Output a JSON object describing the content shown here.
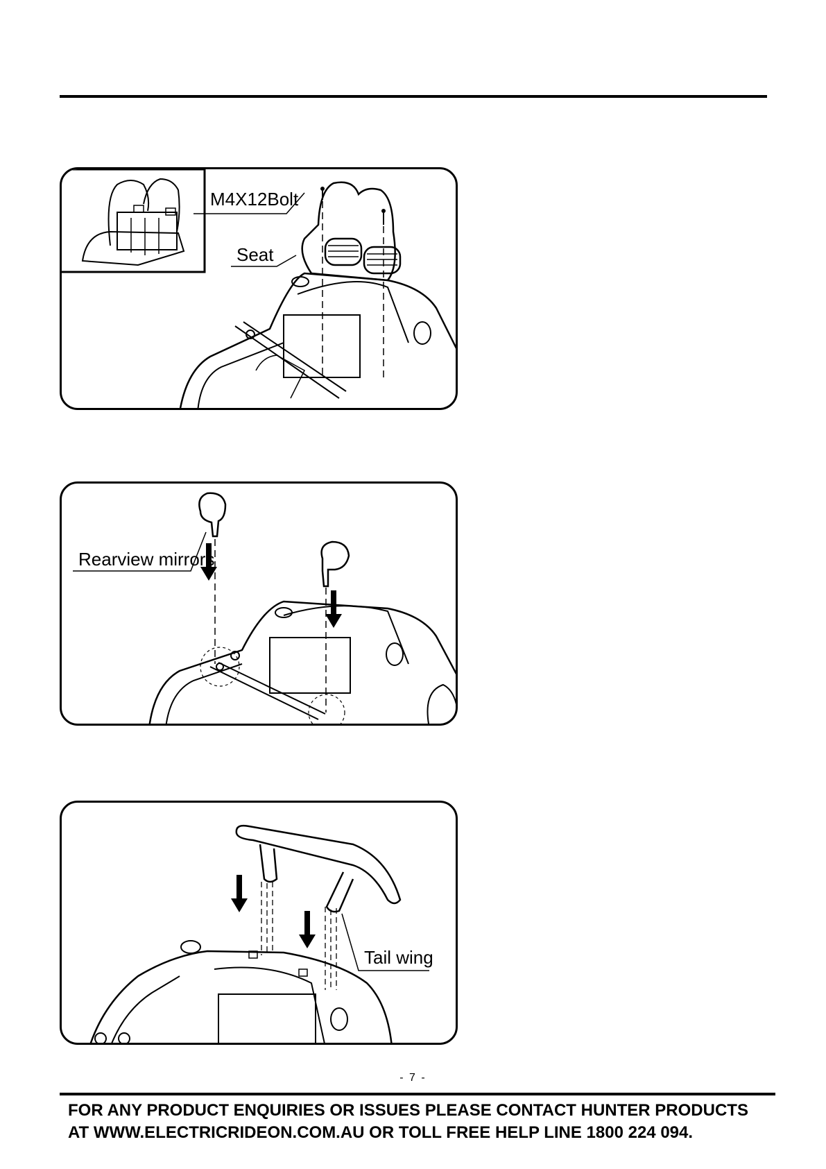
{
  "panels": [
    {
      "labels": {
        "bolt": "M4X12Bolt",
        "seat": "Seat"
      }
    },
    {
      "labels": {
        "mirrors": "Rearview mirrors"
      }
    },
    {
      "labels": {
        "wing": "Tail wing"
      }
    }
  ],
  "page_number": "- 7 -",
  "footer": {
    "line1": "FOR ANY PRODUCT ENQUIRIES OR ISSUES PLEASE CONTACT HUNTER PRODUCTS",
    "line2": "AT WWW.ELECTRICRIDEON.COM.AU OR TOLL FREE HELP LINE 1800 224 094."
  }
}
